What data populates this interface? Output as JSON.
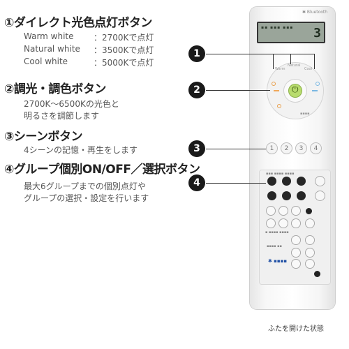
{
  "features": [
    {
      "title": "①ダイレクト光色点灯ボタン",
      "specs": [
        {
          "name": "Warm white",
          "value": "：2700Kで点灯"
        },
        {
          "name": "Natural white",
          "value": "：3500Kで点灯"
        },
        {
          "name": "Cool white",
          "value": "：5000Kで点灯"
        }
      ]
    },
    {
      "title": "②調光・調色ボタン",
      "lines": [
        "2700K～6500Kの光色と",
        "明るさを調節します"
      ]
    },
    {
      "title": "③シーンボタン",
      "lines": [
        "4シーンの記憶・再生をします"
      ]
    },
    {
      "title": "④グループ個別ON/OFF／選択ボタン",
      "lines": [
        "最大6グループまでの個別点灯や",
        "グループの選択・設定を行います"
      ]
    }
  ],
  "badges": [
    "1",
    "2",
    "3",
    "4"
  ],
  "remote": {
    "display_digit": "3",
    "scene_buttons": [
      "1",
      "2",
      "3",
      "4"
    ]
  },
  "caption": "ふたを開けた状態"
}
